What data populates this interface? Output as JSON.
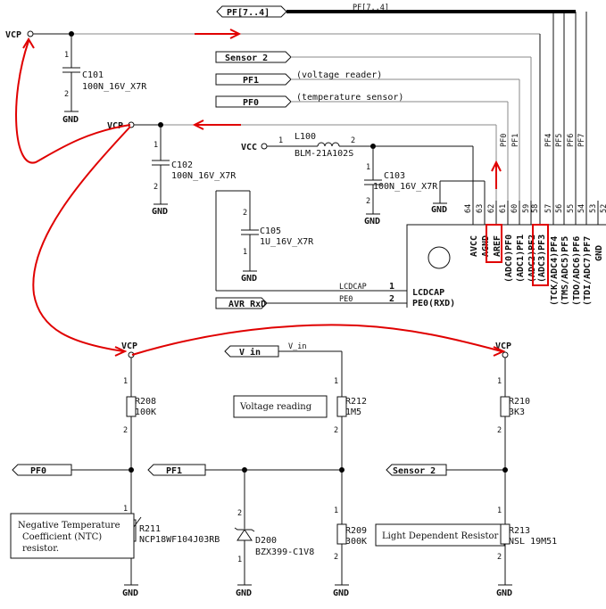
{
  "bus": {
    "port_label": "PF[7..4]",
    "net_label": "PF[7..4]"
  },
  "ports": {
    "sensor2_top": "Sensor_2",
    "pf1_top": "PF1",
    "pf0_top": "PF0",
    "vin": "V_in",
    "pf0_left": "PF0",
    "pf1_mid": "PF1",
    "sensor2_bottom": "Sensor_2",
    "avr_rxd": "AVR_RxD"
  },
  "notes": {
    "pf1": "(voltage reader)",
    "pf0": "(temperature sensor)",
    "vin_net": "V_in",
    "voltage_reading": "Voltage reading",
    "ntc_line1": "Negative Temperature",
    "ntc_line2": "Coefficient (NTC)",
    "ntc_line3": "resistor.",
    "ldr": "Light Dependent Resistor"
  },
  "power": {
    "vcp": "VCP",
    "vcc": "VCC",
    "gnd": "GND"
  },
  "components": {
    "c101": {
      "ref": "C101",
      "value": "100N_16V_X7R"
    },
    "c102": {
      "ref": "C102",
      "value": "100N_16V_X7R"
    },
    "c103": {
      "ref": "C103",
      "value": "100N_16V_X7R"
    },
    "c105": {
      "ref": "C105",
      "value": "1U_16V_X7R"
    },
    "l100": {
      "ref": "L100",
      "value": "BLM-21A102S"
    },
    "r208": {
      "ref": "R208",
      "value": "100K"
    },
    "r212": {
      "ref": "R212",
      "value": "1M5"
    },
    "r210": {
      "ref": "R210",
      "value": "3K3"
    },
    "r211": {
      "ref": "R211",
      "value": "NCP18WF104J03RB"
    },
    "d200": {
      "ref": "D200",
      "value": "BZX399-C1V8"
    },
    "r209": {
      "ref": "R209",
      "value": "300K"
    },
    "r213": {
      "ref": "R213",
      "value": "NSL 19M51"
    }
  },
  "pin_numbers": {
    "one": "1",
    "two": "2"
  },
  "mcu": {
    "pin_numbers": [
      "64",
      "63",
      "62",
      "61",
      "60",
      "59",
      "58",
      "57",
      "56",
      "55",
      "54",
      "53",
      "52"
    ],
    "pin_names": [
      "AVCC",
      "AGND",
      "AREF",
      "(ADC0)PF0",
      "(ADC1)PF1",
      "(ADC2)PF2",
      "(ADC3)PF3",
      "(TCK/ADC4)PF4",
      "(TMS/ADC5)PF5",
      "(TDO/ADC6)PF6",
      "(TDI/ADC7)PF7",
      "GND"
    ],
    "net_labels": [
      "PF0",
      "PF1",
      "PF4",
      "PF5",
      "PF6",
      "PF7"
    ],
    "left_pins": [
      {
        "num": "1",
        "name": "LCDCAP",
        "net": "LCDCAP"
      },
      {
        "num": "2",
        "name": "PE0(RXD)",
        "net": "PE0"
      }
    ]
  },
  "highlight_color": "#e00000"
}
